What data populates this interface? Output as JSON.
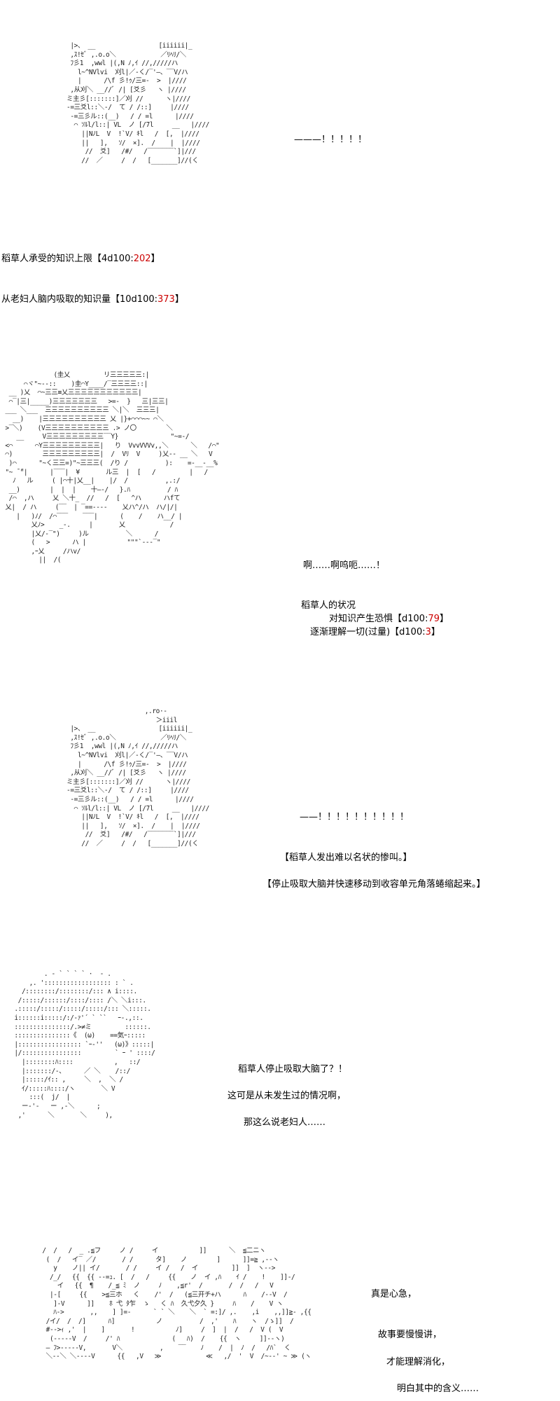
{
  "art": {
    "horse_1": " |>、 __                 [iiiiii|_\n ,ｽ!ｾﾞ ,.o.o＼            ／ﾘﾍﾘ/＼\n ﾌ彡1  ,wwl |(,N ﾉ,ｲ //,/////ハ\n   l~^NVlvi  刈l|／-く/‾'―、‾‾V/ハ\n   |      /\\f 彡!ｩ/三=-  >  |////\n ,从刈＼ __//ﾞ /| [爻彡   ヽ |////\nミ主彡[:::::::]／刈 //      ヽ|////\n-=三爻l::＼-/  て / /::]     |////\n -=三彡ル::(__)   / / =l      |////\n  ⌒ ｿﾙl/l::| VL  ノ [/7l     __   |////\n    ||NﾉL  V  !`V/ ｷl   /  [,  |////\n    ||   ],   ｿ/  ×].  /    |  |////\n     //  爻]   /#/   /‾‾‾‾‾‾‾`]|///\n    //  ／     /  /   [_______]//(く",
    "horse_2": "              (圭乂         リ三三三三三:|\n      ⌒ヾ\"~--::    )圭⌒Y____/‾三三三三::|\n  __ )乂  ⌒~三三≡乂三三三三三三三三三三三|\n  ⌒‾|三|_____)三三三三三三三   >=-  }   三|三三|\n ___ ＼___  三三三三三三三三三三 ＼|＼  三三三|\n   __)    |三三三三三三三三三三 乂 |}+⌒⌒⌒~~ ⌒＼\n >‾＼)    (V三三三三三三三三三三 .> ノ〇        ＼\n    __     V三三三三三三三三三‾‾Y}              \"~=-/    \n <⌒      ⌒Y三三三三三三三三三|   り  VvvVVVv,,＼      ＼   /⌒\"\n ⌒)        三三三三三三三三三|  /  Vﾘ  V     )乂-‐ __ ＼   V   \n  )⌒      \"~く三三=)\"~三三三(  /り /          ):    =-__-__%\n \"~ ̄ ̄\"|      |‾‾‾|  ¥       ル三  |  [   /         |   /\n   ﾉ   ル     ( |⌒十|乂__|    |/  /          ,.:/\n  __)        |  |  |    十—-/   }.ﾊ          / ﾊ\n  /⌒  ,ハ     乂 ＼十_  //   /  [   ^ハ      ハfて\n 乂|  / ハ     (‾‾  | ‾==----    乂ハ^/ハ  ハ/|/|\n    |   )ﾉ/  /⌒‾‾‾    ‾‾‾|      (    /    ハ__/ |\n        乂ﾉ>    _-.     |       乂            /\n        |乂/-‾\")     )ル          ＼      /\n        (   >      ハ |           \"\"\"`---‾\"\n        ,ｰ乂     /ハv/\n          ||  /(",
    "horse_3": "                     ,.ro·-\n                        ＞iiil\n |>、 __                 [iiiiii|_\n ,ｽ!ｾﾞ ,.o.o＼            ／ﾘﾍﾘ/＼\n ﾌ彡1  ,wwl |(,N ﾉ,ｲ //,/////ハ\n   l~^NVlvi  刈l|／-く/‾'―、‾‾V/ハ\n   |      /\\f 彡!ｩ/三=-  >  |////\n ,从刈＼ __//ﾞ /| [爻彡   ヽ |////\nミ主彡[:::::::]／刈 //      ヽ|////\n-=三爻l::＼-/  て / /::]     |////\n -=三彡ル::(__)   / / =l      |////\n  ⌒ ｿﾙl/l::| VL  ノ [/7l     __   |////\n    ||NﾉL  V  !`V/ ｷl   /  [,  |////\n    ||   ],   ｿ/  ×].  /    |  |////\n     //  爻]   /#/   /‾‾‾‾‾‾‾`]|///\n    //  ／     /  /   [_______]//(く",
    "face": "         . - ` ` ` ` ·  - .\n     ,. ':::::::::::::::::: : ` .\n   /::::::::/::::::::/::: ∧ i::::.\n  /:::::/::::::/::::/:::: /＼ ＼i:::.\n .:::::/:::::/:::::/:::::/::: ＼:::::.\n i::::::i:::::/:/-ｧ'´ ` ``   ｰ-.,::.\n :::::::::::::::/.>≠ミ         ::::::.\n :::::::::::::::《  (ω)    ==気ｰ:::::\n |::::::::::::::::: `ｰ‐''   (ω)》:::::|\n |/::::::::::::::::         ` ｰ ' ::::/\n   |::::::::ﾊ::::           ,   ::/\n   |:::::::/-、     ／ ＼    /::/\n   |:::::/ｲ:: ,     ＼  ,  ＼ /\n   ｲ/:::::ﾊ::::/ヽ       ＼ V\n     :::(  j/  |\n   ー‐'‐   ー ,-＼      ;\n  ,'      ＼       ＼     ),",
    "last": " /  /   /  _ .≦フ     ノ /     イ           ]]      ＼  ≦二ニヽ\n  (  /   イ‾ ／/       / /      タ]    ノ        ]      ]]=≧ ,--ヽ\n    y    ノ|| イ/       / /     イ /   /  イ         ]]  ]  ヽ-->\n   /_/   {{  {{ --=ｭ. [  /   /     {{    ノ  イ ,ﾊ    ｲ /    !    ]]-/\n     イ   {{  ¶    /_≦ ﾐ  ノ     ﾉ    ,≦r'  /       /  /   /   V  \n   |-[     {{    >≦三ホ   く    /'  /   (≦三开チ+ハ      ﾊ    /--V  /\n    ]-V      ]]    ﾎ 弋 ﾀ乍  ゝ   く ﾊ  久弋夕久 }     ﾊ    /    V ヽ\n    ﾊ->       ,,    ] ]=-      ` ` ＼    ＼  ` =:]/ ,.    ,i    ,,]]≧- ,{{\n  /イ/  /  /]      ﾊ]           ノ          /  ,'    ﾊ    ヽ  /ゝ]]  /\n  #-->ｨ ,'  |    ]       !           ﾉ]     /  ]  |  /   /  V (  V\n   (-----V  /     /' ﾊ              (   ﾊ)  /    {{  ヽ     ]]--ヽ)\n  ― ﾌ>-----V,       V＼          ,    ‾‾    ﾉ    /  |  ﾉ  /   /ﾊ`  く\n  ＼--＼ ＼----V      {{   ,V   ≫            ≪   ,/  '  V  /~--' ~ ≫ (ヽ"
  },
  "texts": {
    "shout_1": "———！！！！！",
    "upper_limit_label": "稻草人承受的知识上限【4d100:",
    "upper_limit_value": "202",
    "knowledge_label": "从老妇人脑内吸取的知识量【10d100:",
    "knowledge_value": "373",
    "close_bracket": "】",
    "cry": "啊……啊呜呃……！",
    "status_title": "稻草人的状况",
    "fear_label": "对知识产生恐惧【d100:",
    "fear_value": "79",
    "understand_label": "逐渐理解一切(过量)【d100:",
    "understand_value": "3",
    "shout_2": "——！！！！！！！！！！",
    "narration_1": "【稻草人发出难以名状的惨叫。】",
    "narration_2": "【停止吸取大脑并快速移动到收容单元角落蜷缩起来。】",
    "line_1": "稻草人停止吸取大脑了？！",
    "line_2": "这可是从未发生过的情况啊，",
    "line_3": "那这么说老妇人……",
    "line_4": "真是心急，",
    "line_5": "故事要慢慢讲，",
    "line_6": "才能理解消化，",
    "line_7": "明白其中的含义……"
  },
  "colors": {
    "highlight": "#cc0000",
    "text": "#000000",
    "art": "#222222"
  }
}
